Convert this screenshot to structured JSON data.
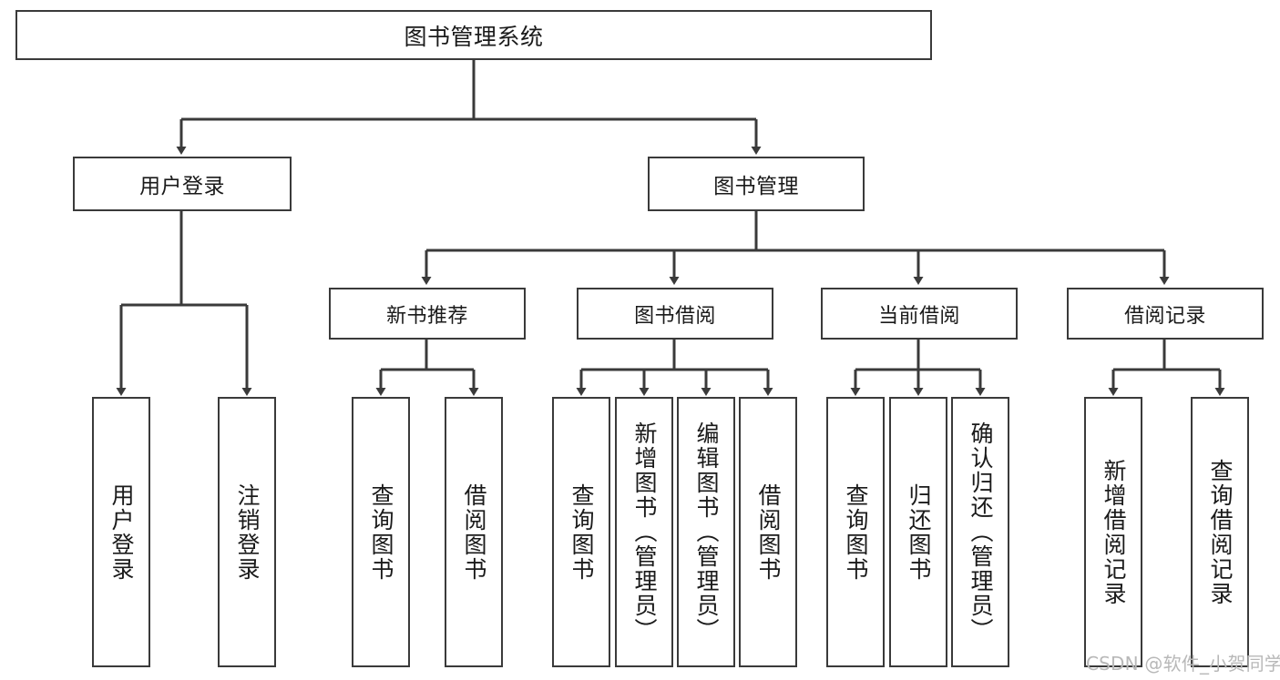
{
  "diagram": {
    "type": "tree-hierarchy",
    "title": "图书管理系统",
    "colors": {
      "line": "#3a3a3a",
      "box_border": "#3a3a3a",
      "box_fill": "#ffffff",
      "text": "#1a1a1a",
      "watermark": "#b8b8b8",
      "background": "#ffffff"
    },
    "root": {
      "label": "图书管理系统"
    },
    "level1": [
      {
        "label": "用户登录"
      },
      {
        "label": "图书管理"
      }
    ],
    "level2": [
      {
        "label": "新书推荐"
      },
      {
        "label": "图书借阅"
      },
      {
        "label": "当前借阅"
      },
      {
        "label": "借阅记录"
      }
    ],
    "leaves": {
      "user_login": [
        {
          "label": "用户登录"
        },
        {
          "label": "注销登录"
        }
      ],
      "new_book_recommend": [
        {
          "label": "查询图书"
        },
        {
          "label": "借阅图书"
        }
      ],
      "book_borrow": [
        {
          "label": "查询图书"
        },
        {
          "label": "新增图书（管理员）"
        },
        {
          "label": "编辑图书（管理员）"
        },
        {
          "label": "借阅图书"
        }
      ],
      "current_borrow": [
        {
          "label": "查询图书"
        },
        {
          "label": "归还图书"
        },
        {
          "label": "确认归还（管理员）"
        }
      ],
      "borrow_records": [
        {
          "label": "新增借阅记录"
        },
        {
          "label": "查询借阅记录"
        }
      ]
    },
    "watermark": "CSDN @软件_小贺同学"
  }
}
